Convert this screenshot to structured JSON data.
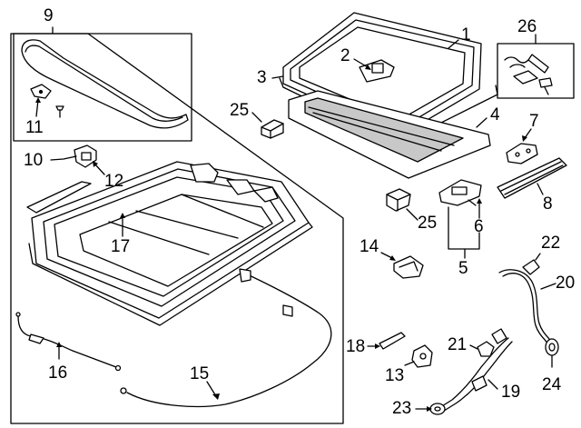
{
  "callouts": {
    "c1": "1",
    "c2": "2",
    "c3": "3",
    "c4": "4",
    "c5": "5",
    "c6": "6",
    "c7": "7",
    "c8": "8",
    "c9": "9",
    "c10": "10",
    "c11": "11",
    "c12": "12",
    "c13": "13",
    "c14": "14",
    "c15": "15",
    "c16": "16",
    "c17": "17",
    "c18": "18",
    "c19": "19",
    "c20": "20",
    "c21": "21",
    "c22": "22",
    "c23": "23",
    "c24": "24",
    "c25a": "25",
    "c25b": "25",
    "c26": "26"
  },
  "colors": {
    "ink": "#000000",
    "part_fill": "#ffffff",
    "shade": "#c8c8c8",
    "dark_shade": "#9a9a9a"
  }
}
